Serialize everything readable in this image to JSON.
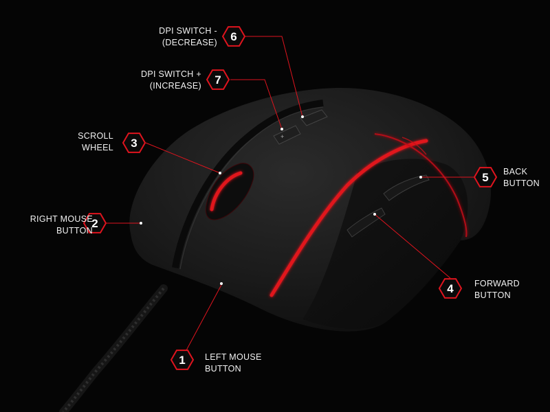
{
  "accent_color": "#e0141e",
  "callouts": [
    {
      "id": "left-mouse-button",
      "number": "1",
      "lines": [
        "LEFT MOUSE",
        "BUTTON"
      ]
    },
    {
      "id": "right-mouse-button",
      "number": "2",
      "lines": [
        "RIGHT MOUSE",
        "BUTTON"
      ]
    },
    {
      "id": "scroll-wheel",
      "number": "3",
      "lines": [
        "SCROLL",
        "WHEEL"
      ]
    },
    {
      "id": "forward-button",
      "number": "4",
      "lines": [
        "FORWARD",
        "BUTTON"
      ]
    },
    {
      "id": "back-button",
      "number": "5",
      "lines": [
        "BACK",
        "BUTTON"
      ]
    },
    {
      "id": "dpi-switch-decrease",
      "number": "6",
      "lines": [
        "DPI SWITCH -",
        "(DECREASE)"
      ]
    },
    {
      "id": "dpi-switch-increase",
      "number": "7",
      "lines": [
        "DPI SWITCH +",
        "(INCREASE)"
      ]
    }
  ]
}
